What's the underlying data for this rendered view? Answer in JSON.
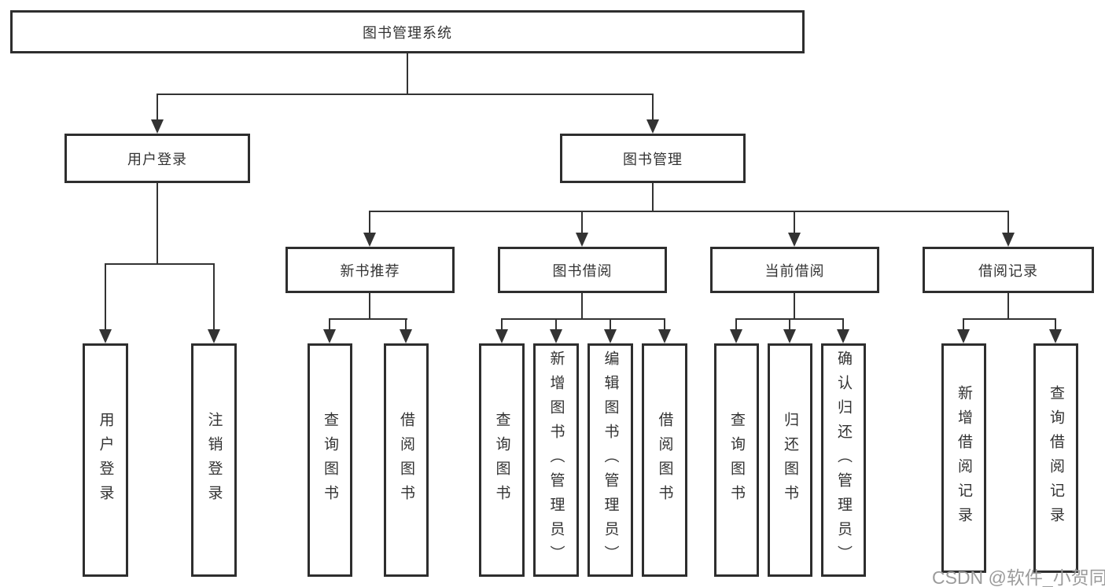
{
  "diagram": {
    "root": {
      "label": "图书管理系统"
    },
    "level2": [
      {
        "label": "用户登录"
      },
      {
        "label": "图书管理"
      }
    ],
    "level3": [
      {
        "label": "新书推荐"
      },
      {
        "label": "图书借阅"
      },
      {
        "label": "当前借阅"
      },
      {
        "label": "借阅记录"
      }
    ],
    "leaves": {
      "user_login": [
        {
          "label": "用户登录"
        },
        {
          "label": "注销登录"
        }
      ],
      "new_books": [
        {
          "label": "查询图书"
        },
        {
          "label": "借阅图书"
        }
      ],
      "book_borrow": [
        {
          "label": "查询图书"
        },
        {
          "label": "新增图书（管理员）"
        },
        {
          "label": "编辑图书（管理员）"
        },
        {
          "label": "借阅图书"
        }
      ],
      "current_borrow": [
        {
          "label": "查询图书"
        },
        {
          "label": "归还图书"
        },
        {
          "label": "确认归还（管理员）"
        }
      ],
      "borrow_records": [
        {
          "label": "新增借阅记录"
        },
        {
          "label": "查询借阅记录"
        }
      ]
    }
  },
  "watermark": {
    "text": "CSDN @软件_小贺同学"
  },
  "colors": {
    "line": "#333333",
    "border": "#2e2e2e",
    "text": "#333333",
    "watermark": "#9b9b9b",
    "background": "#ffffff"
  }
}
